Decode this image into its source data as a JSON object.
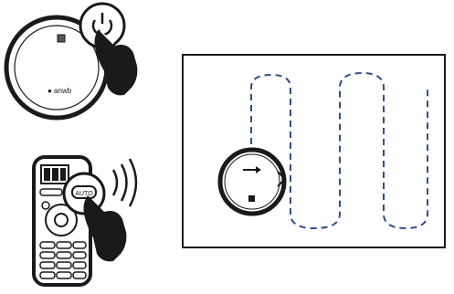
{
  "illustration": {
    "robot_top": {
      "brand_mark": "●  anwb",
      "button_icon": "power-icon"
    },
    "remote": {
      "button_label": "AUTO",
      "display_icon": "lcd-display-icon"
    },
    "panel": {
      "pattern": "zigzag",
      "path_style": "dashed"
    }
  },
  "colors": {
    "outline": "#1a1a1a",
    "path": "#2f4f8a",
    "background": "#ffffff"
  }
}
